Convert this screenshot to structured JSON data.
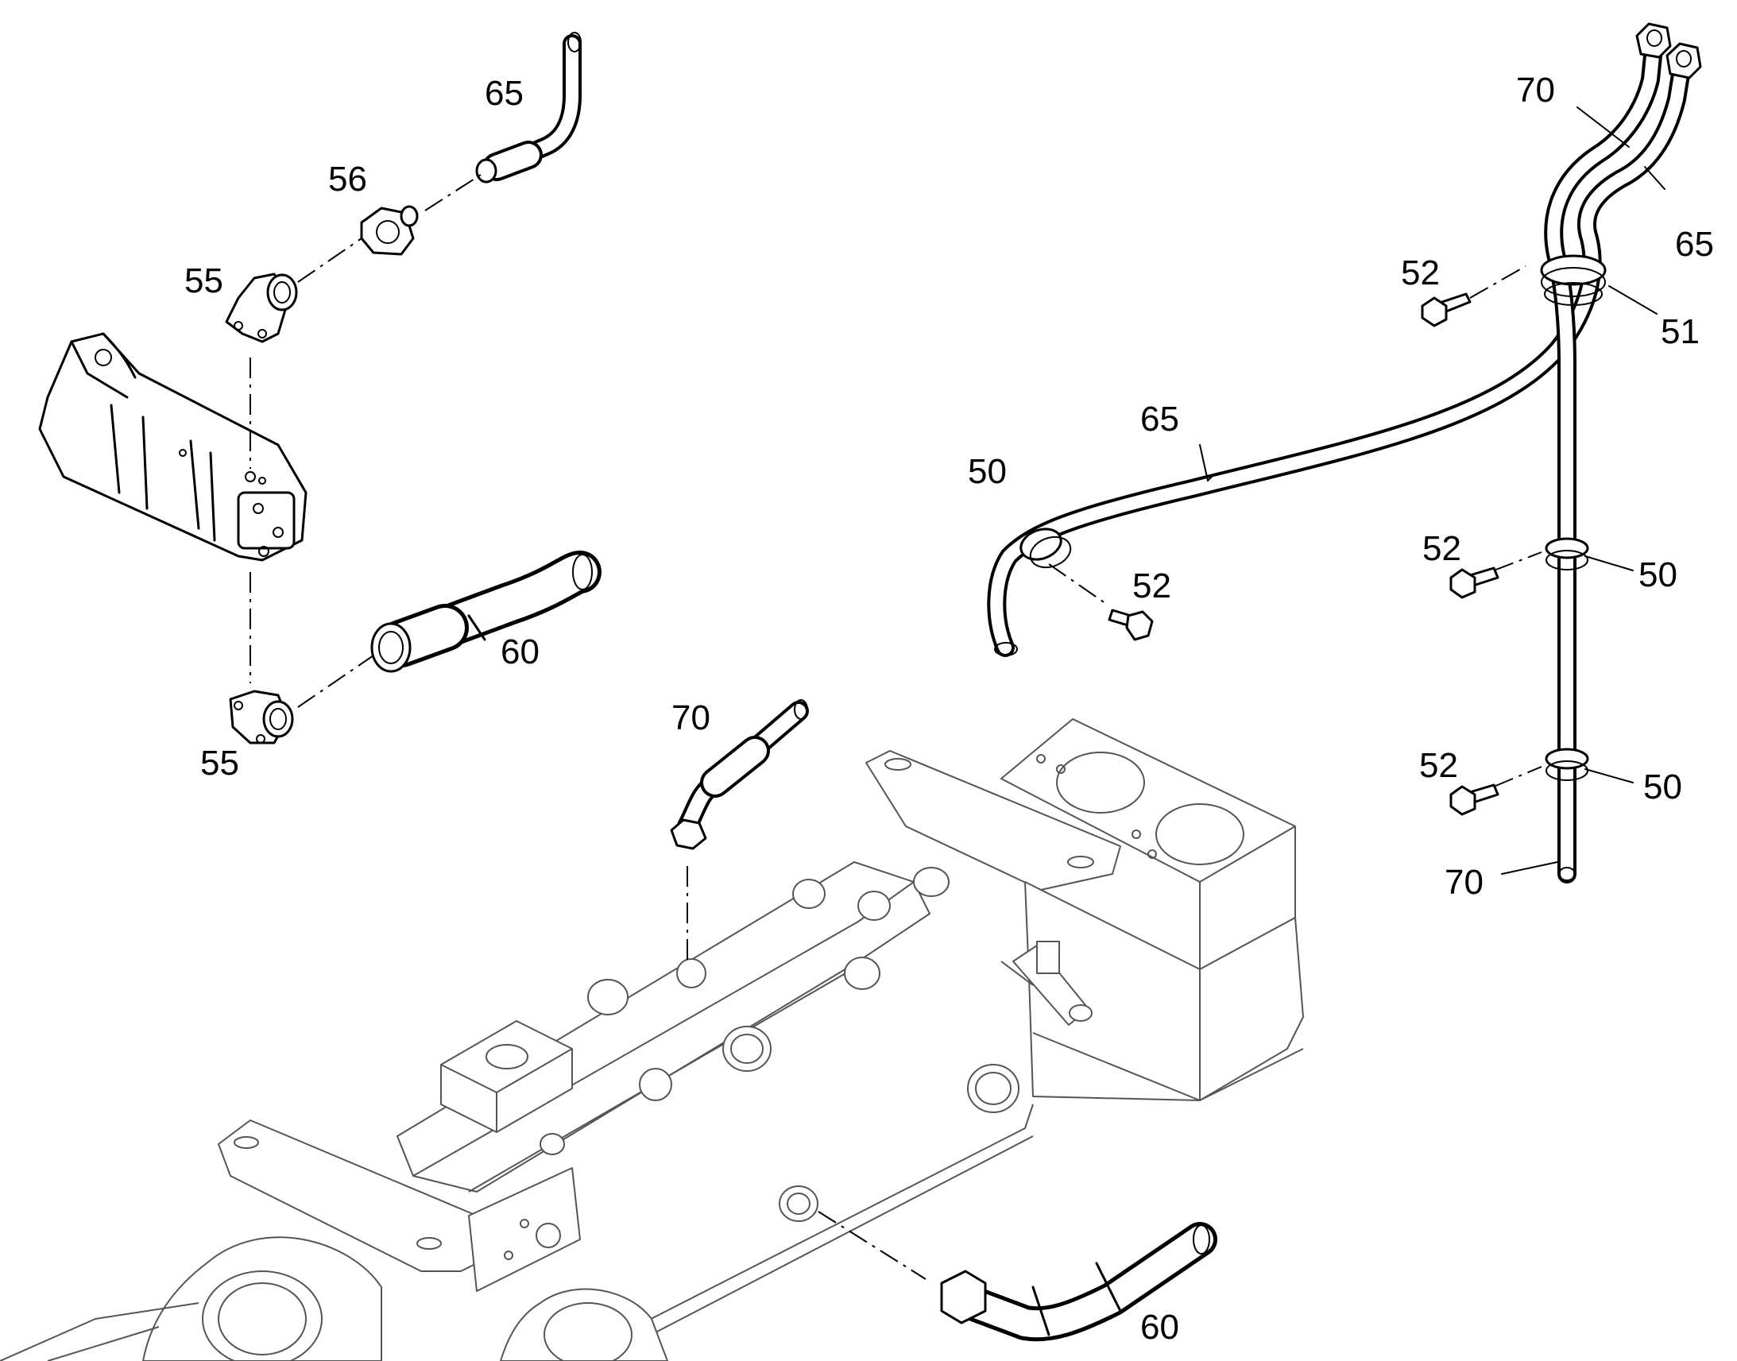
{
  "callouts": {
    "n65_top": "65",
    "n56": "56",
    "n55_top": "55",
    "n60_left": "60",
    "n55_bottom": "55",
    "n70_center": "70",
    "n60_bottom": "60",
    "n70_top_right": "70",
    "n65_right": "65",
    "n52_top": "52",
    "n51": "51",
    "n65_middle": "65",
    "n50_left": "50",
    "n52_left": "52",
    "n52_right_mid": "52",
    "n50_right_mid": "50",
    "n52_right_low": "52",
    "n50_right_low": "50",
    "n70_bottom_right": "70"
  }
}
